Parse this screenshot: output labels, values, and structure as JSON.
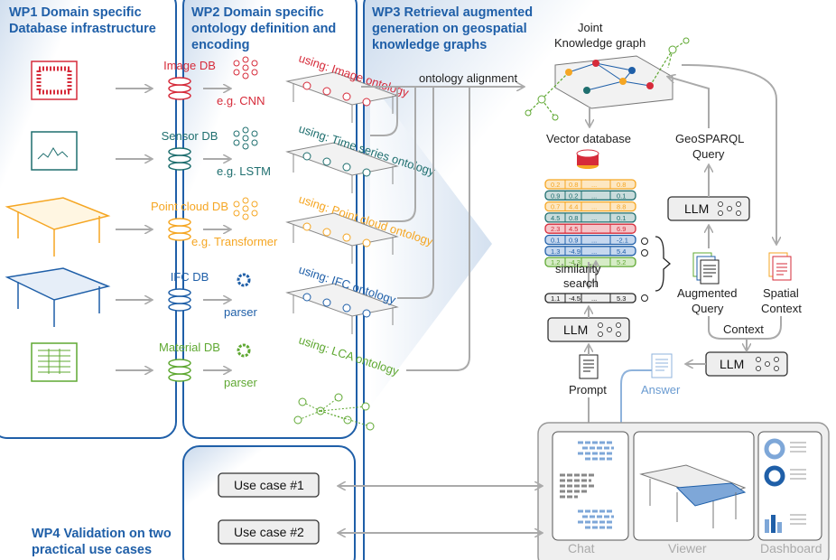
{
  "colors": {
    "wp_border": "#1f5fa8",
    "image": "#d62b3a",
    "sensor": "#1f6f6f",
    "pointcloud": "#f5a623",
    "ifc": "#1f5fa8",
    "material": "#5fa832",
    "arrow": "#aaaaaa"
  },
  "wp1": {
    "title_1": "WP1  Domain specific",
    "title_2": "Database infrastructure"
  },
  "wp2": {
    "title_1": "WP2  Domain specific",
    "title_2": "ontology definition and",
    "title_3": "encoding"
  },
  "wp3": {
    "title_1": "WP3  Retrieval augmented",
    "title_2": "generation on geospatial",
    "title_3": "knowledge graphs"
  },
  "wp4": {
    "title_1": "WP4  Validation on two",
    "title_2": "practical use cases",
    "use_case_1": "Use case #1",
    "use_case_2": "Use case #2"
  },
  "sources": [
    {
      "db": "Image DB",
      "encoder": "e.g. CNN",
      "ontology": "using: Image ontology",
      "icon": "image-icon"
    },
    {
      "db": "Sensor DB",
      "encoder": "e.g. LSTM",
      "ontology": "using: Time series ontology",
      "icon": "sensor-chart-icon"
    },
    {
      "db": "Point cloud DB",
      "encoder": "e.g. Transformer",
      "ontology": "using: Point cloud ontology",
      "icon": "point-cloud-icon"
    },
    {
      "db": "IFC DB",
      "encoder": "parser",
      "ontology": "using: IFC ontology",
      "icon": "ifc-model-icon"
    },
    {
      "db": "Material DB",
      "encoder": "parser",
      "ontology": "using: LCA ontology",
      "icon": "spreadsheet-icon"
    }
  ],
  "rag": {
    "ontology_alignment": "ontology alignment",
    "kg_1": "Joint",
    "kg_2": "Knowledge graph",
    "vector_db_1": "Vector database",
    "geosparql_1": "GeoSPARQL",
    "geosparql_2": "Query",
    "llm": "LLM",
    "similarity_1": "similarity",
    "similarity_2": "search",
    "augmented_1": "Augmented",
    "augmented_2": "Query",
    "spatial_1": "Spatial",
    "spatial_2": "Context",
    "context": "Context",
    "prompt": "Prompt",
    "answer": "Answer",
    "vectors": [
      {
        "a": "0.2",
        "b": "0.8",
        "c": "...",
        "d": "0.8",
        "color": "#f5a623",
        "fill": "#fde7c2"
      },
      {
        "a": "0.9",
        "b": "0.2",
        "c": "...",
        "d": "0.1",
        "color": "#1f6f6f",
        "fill": "#c9dcdc"
      },
      {
        "a": "0.7",
        "b": "4.4",
        "c": "...",
        "d": "8.8",
        "color": "#f5a623",
        "fill": "#fde7c2"
      },
      {
        "a": "4.5",
        "b": "0.8",
        "c": "...",
        "d": "0.1",
        "color": "#1f6f6f",
        "fill": "#c9dcdc"
      },
      {
        "a": "2.3",
        "b": "4.5",
        "c": "...",
        "d": "6.9",
        "color": "#d62b3a",
        "fill": "#f5c6ca"
      },
      {
        "a": "0.1",
        "b": "0.9",
        "c": "...",
        "d": "-2.1",
        "color": "#1f5fa8",
        "fill": "#c6d8ef"
      },
      {
        "a": "1.3",
        "b": "-4.9",
        "c": "...",
        "d": "5.4",
        "color": "#1f5fa8",
        "fill": "#c6d8ef"
      },
      {
        "a": "1.2",
        "b": "-4.3",
        "c": "...",
        "d": "5.2",
        "color": "#5fa832",
        "fill": "#d6ecc6"
      }
    ],
    "query_vector": {
      "a": "1.1",
      "b": "-4.5",
      "c": "...",
      "d": "5.3"
    }
  },
  "app": {
    "chat": "Chat",
    "viewer": "Viewer",
    "dashboard": "Dashboard"
  }
}
